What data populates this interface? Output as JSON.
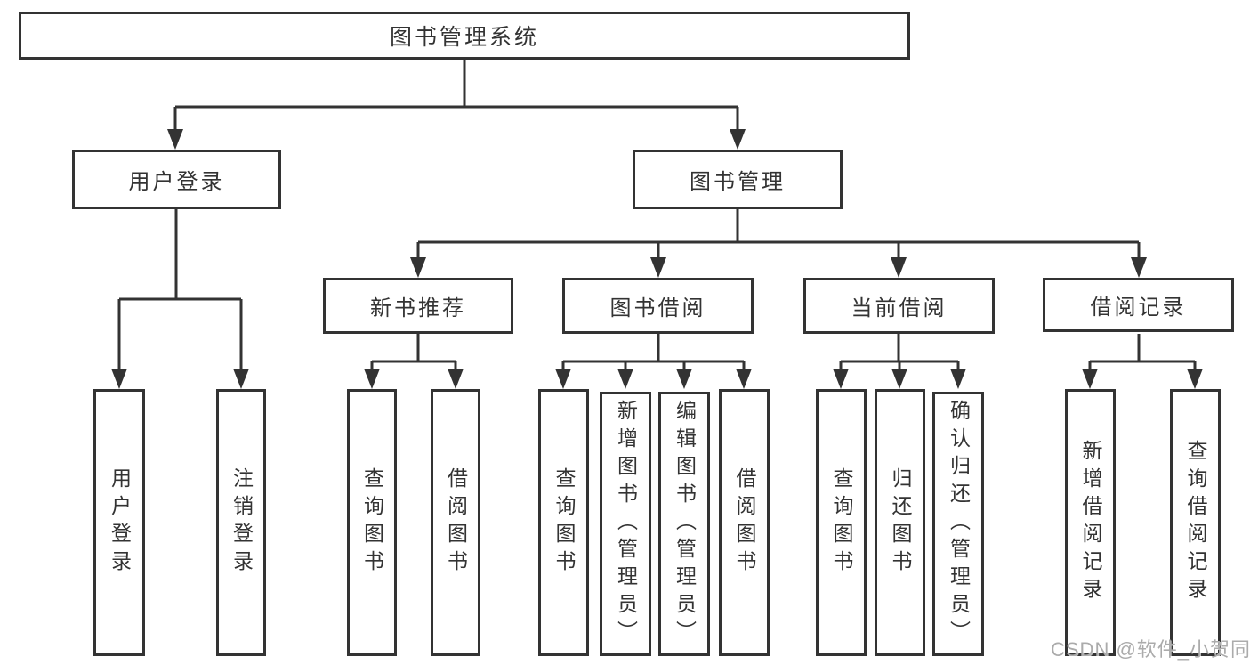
{
  "diagram_title": "图书管理系统",
  "tree": {
    "root": {
      "label": "图书管理系统"
    },
    "branches": [
      {
        "label": "用户登录",
        "children": [
          {
            "label": "用户登录"
          },
          {
            "label": "注销登录"
          }
        ]
      },
      {
        "label": "图书管理",
        "sections": [
          {
            "label": "新书推荐",
            "children": [
              {
                "label": "查询图书"
              },
              {
                "label": "借阅图书"
              }
            ]
          },
          {
            "label": "图书借阅",
            "children": [
              {
                "label": "查询图书"
              },
              {
                "label": "新增图书（管理员）"
              },
              {
                "label": "编辑图书（管理员）"
              },
              {
                "label": "借阅图书"
              }
            ]
          },
          {
            "label": "当前借阅",
            "children": [
              {
                "label": "查询图书"
              },
              {
                "label": "归还图书"
              },
              {
                "label": "确认归还（管理员）"
              }
            ]
          },
          {
            "label": "借阅记录",
            "children": [
              {
                "label": "新增借阅记录"
              },
              {
                "label": "查询借阅记录"
              }
            ]
          }
        ]
      }
    ]
  },
  "watermark": {
    "text": "CSDN @软件_小贺同学"
  },
  "colors": {
    "background": "#ffffff",
    "line": "#333333",
    "box_border": "#333333",
    "box_fill": "#ffffff",
    "text": "#333333",
    "watermark": "#ababab"
  }
}
